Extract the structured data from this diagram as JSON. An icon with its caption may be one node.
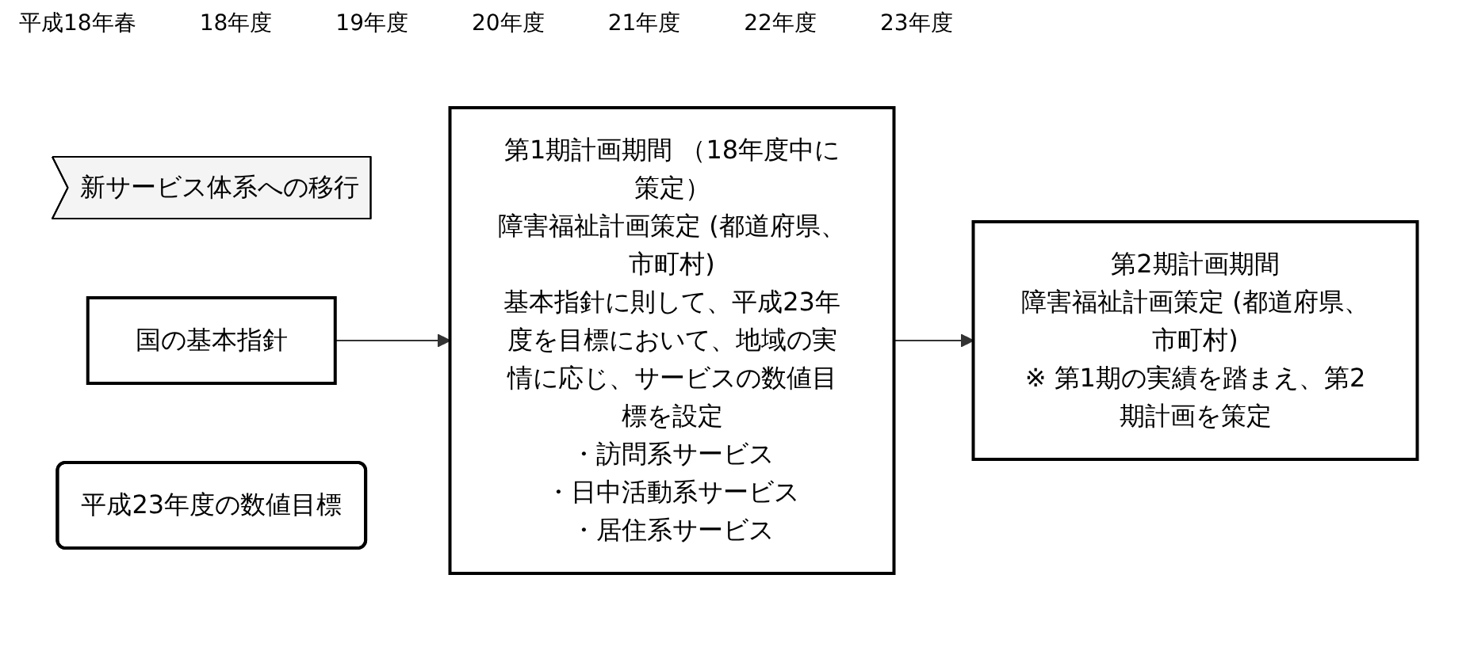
{
  "diagram": {
    "nodes": [
      {
        "text": [
          "新サービス体系への移行"
        ]
      },
      {
        "text": [
          "国の基本指針"
        ]
      },
      {
        "text": [
          "第1期計画期間 （18年度中に策定）",
          "障害福祉計画策定 (都道府県、市町村)",
          "基本指針に則して、平成23年度を目標において、地域の実情に応じ、サービスの数値目標を設定",
          "・訪問系サービス",
          "・日中活動系サービス",
          "・居住系サービス"
        ]
      },
      {
        "text": [
          "第2期計画期間",
          "障害福祉計画策定 (都道府県、市町村)",
          "※ 第1期の実績を踏まえ、第2期計画を策定"
        ]
      },
      {
        "text": [
          "平成23年度の数値目標"
        ]
      }
    ],
    "edges": [
      {
        "from": 1,
        "to": 2,
        "arrow": "to"
      },
      {
        "from": 2,
        "to": 3,
        "arrow": "to"
      }
    ],
    "labels": [
      "平成18年春",
      "18年度",
      "19年度",
      "20年度",
      "21年度",
      "22年度",
      "23年度"
    ]
  }
}
